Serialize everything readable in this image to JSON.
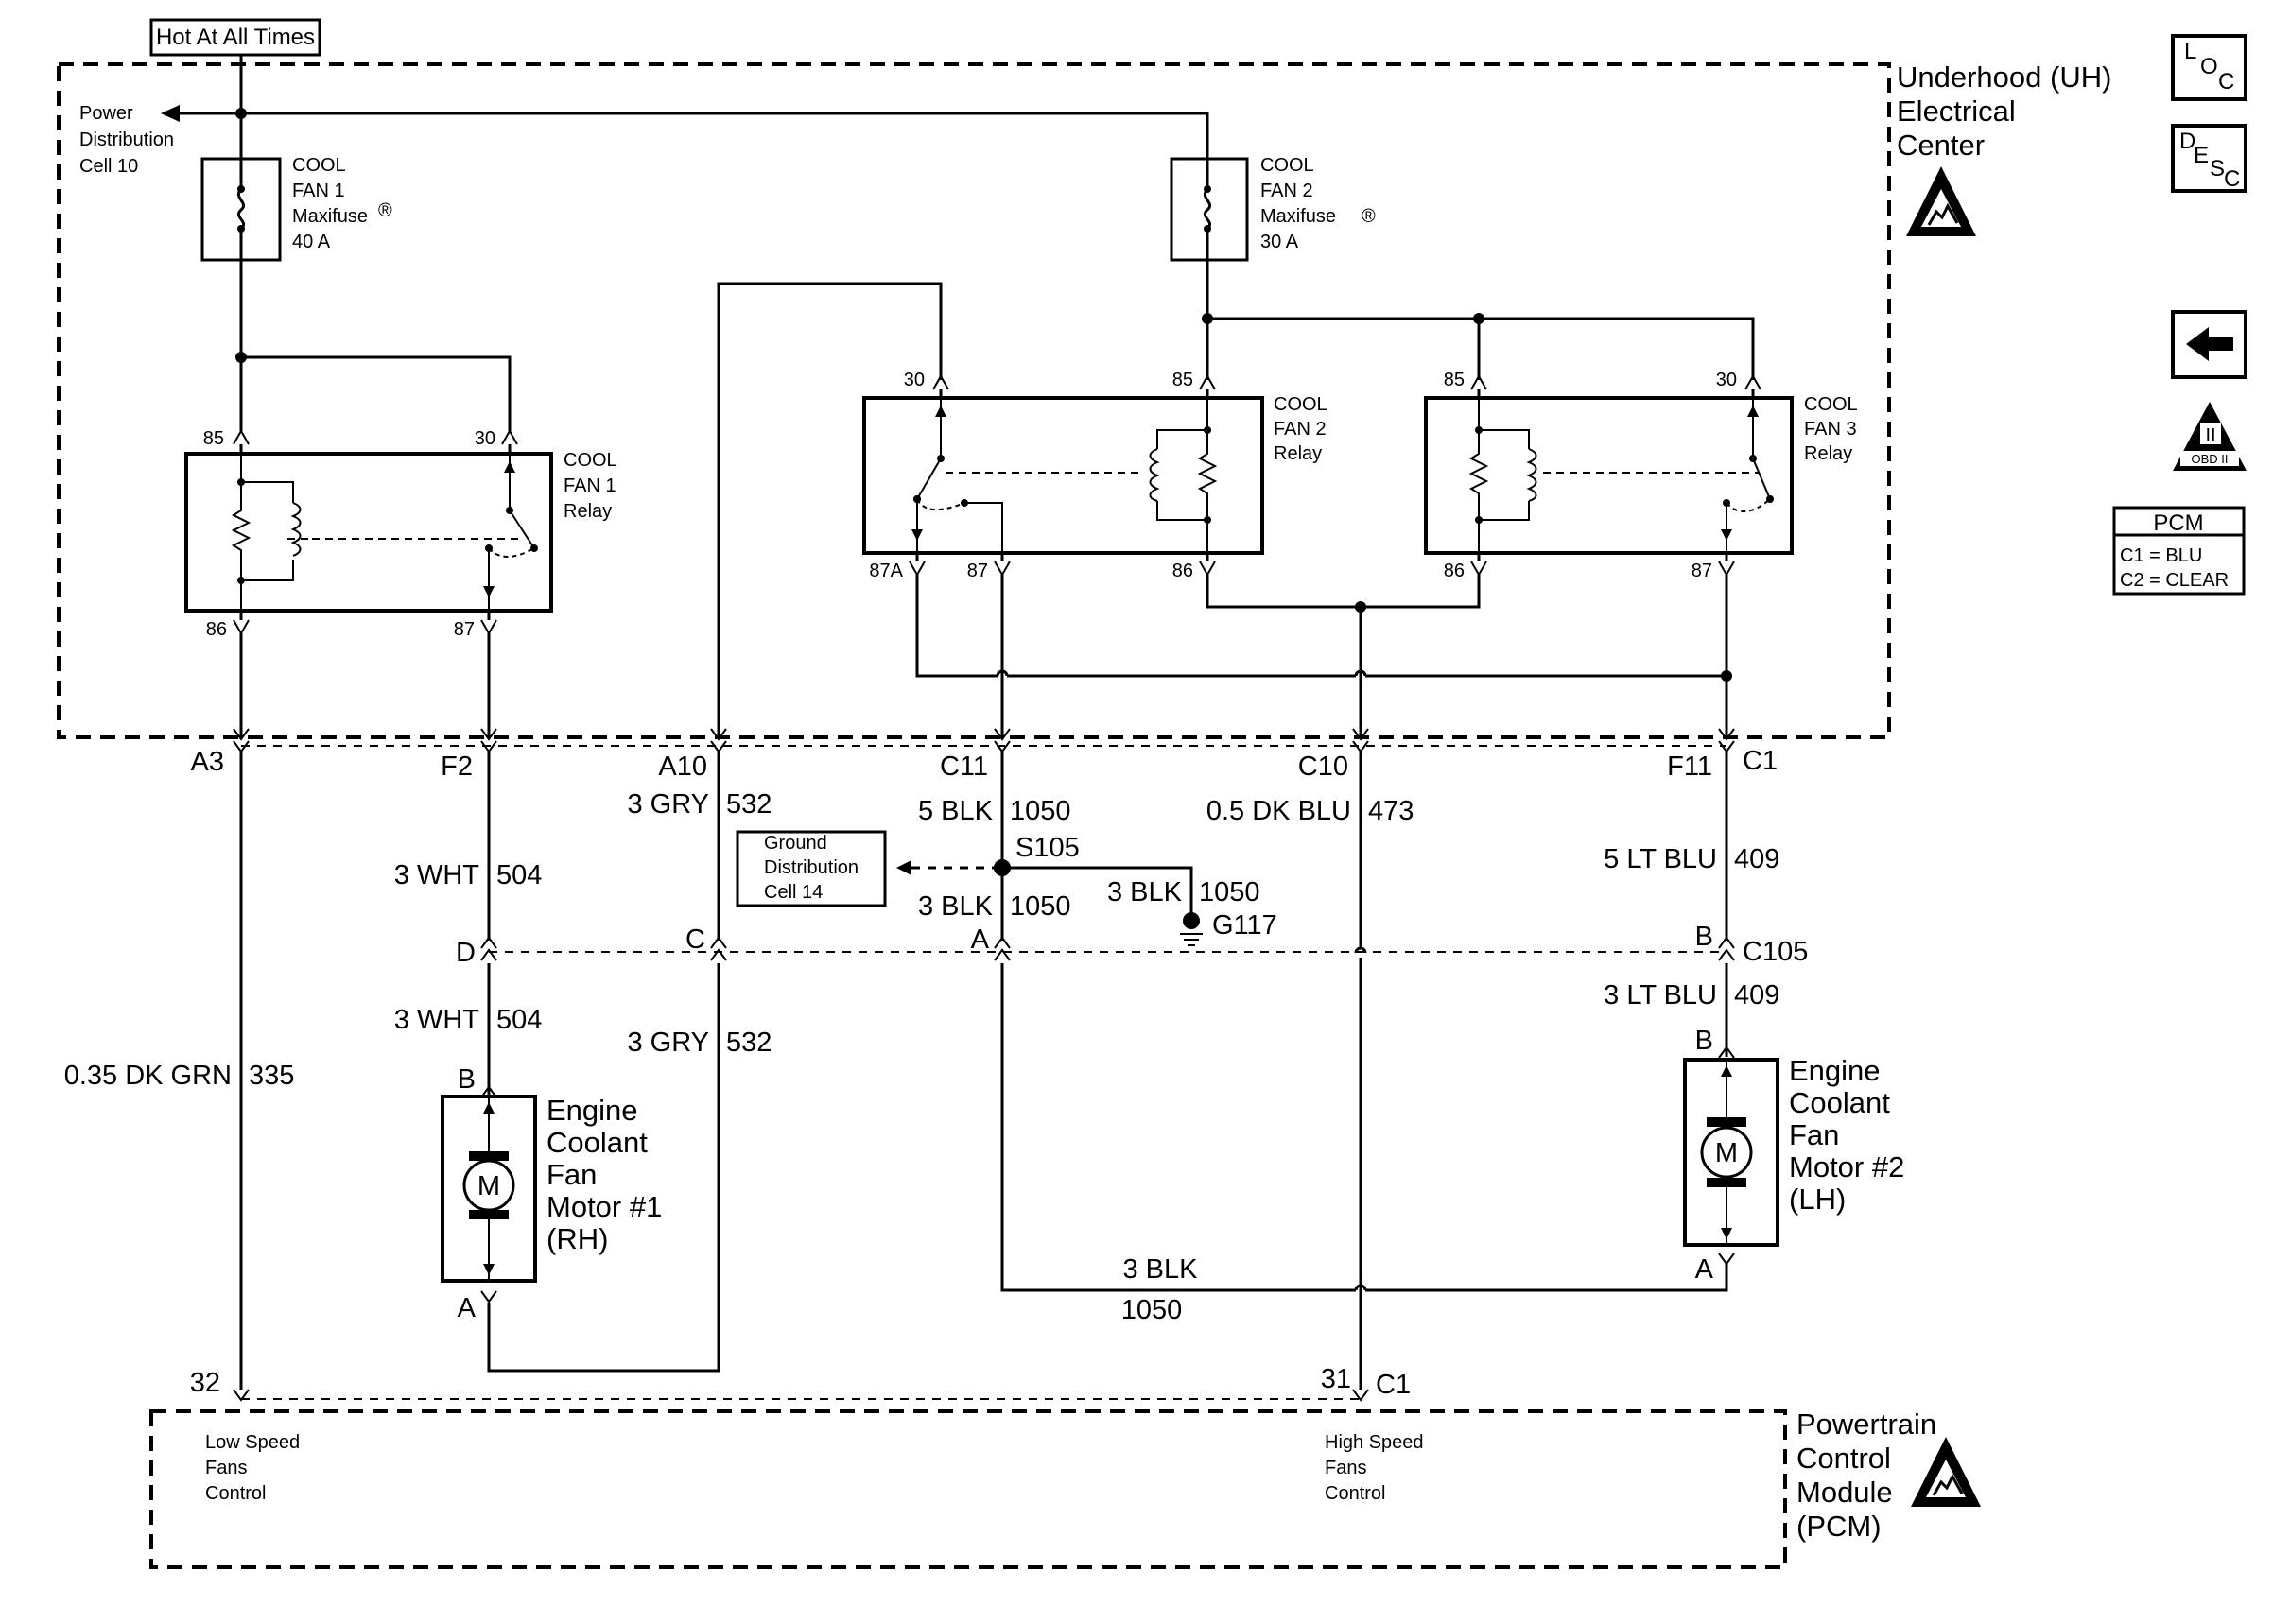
{
  "power": {
    "source": "Hot At All Times",
    "distribution": [
      "Power",
      "Distribution",
      "Cell 10"
    ]
  },
  "uh_center": {
    "label": [
      "Underhood (UH)",
      "Electrical",
      "Center"
    ]
  },
  "fuses": {
    "fuse1": [
      "COOL",
      "FAN 1",
      "Maxifuse",
      "40 A"
    ],
    "fuse2": [
      "COOL",
      "FAN 2",
      "Maxifuse",
      "30 A"
    ],
    "registered": "®"
  },
  "relays": {
    "fan1": {
      "label": [
        "COOL",
        "FAN 1",
        "Relay"
      ],
      "pins": {
        "p85": "85",
        "p30": "30",
        "p86": "86",
        "p87": "87"
      }
    },
    "fan2": {
      "label": [
        "COOL",
        "FAN 2",
        "Relay"
      ],
      "pins": {
        "p30": "30",
        "p85": "85",
        "p87a": "87A",
        "p87": "87",
        "p86": "86"
      }
    },
    "fan3": {
      "label": [
        "COOL",
        "FAN 3",
        "Relay"
      ],
      "pins": {
        "p85": "85",
        "p30": "30",
        "p86": "86",
        "p87": "87"
      }
    }
  },
  "uh_connector": {
    "a3": "A3",
    "f2": "F2",
    "a10": "A10",
    "c11": "C11",
    "c10": "C10",
    "f11": "F11",
    "c1": "C1"
  },
  "wires": {
    "w3gry_a": "3 GRY",
    "w532_a": "532",
    "w5blk": "5 BLK",
    "w1050_a": "1050",
    "w05dkblu": "0.5 DK BLU",
    "w473": "473",
    "w5ltblu": "5 LT BLU",
    "w409_a": "409",
    "w3wht_a": "3 WHT",
    "w504_a": "504",
    "w3blk_b": "3 BLK",
    "w1050_b": "1050",
    "w3blk_c": "3 BLK",
    "w1050_c": "1050",
    "w3wht_b": "3 WHT",
    "w504_b": "504",
    "w3ltblu": "3 LT BLU",
    "w409_b": "409",
    "w035dkgrn": "0.35 DK GRN",
    "w335": "335",
    "w3gry_b": "3 GRY",
    "w532_b": "532",
    "w3blk_d": "3 BLK",
    "w1050_d": "1050"
  },
  "ground": {
    "distribution": [
      "Ground",
      "Distribution",
      "Cell 14"
    ],
    "splice": "S105",
    "ground_point": "G117"
  },
  "c105": {
    "d": "D",
    "c": "C",
    "a": "A",
    "b": "B",
    "name": "C105"
  },
  "motors": {
    "motor1": {
      "label": [
        "Engine",
        "Coolant",
        "Fan",
        "Motor #1",
        "(RH)"
      ],
      "pin_b": "B",
      "pin_a": "A",
      "symbol": "M"
    },
    "motor2": {
      "label": [
        "Engine",
        "Coolant",
        "Fan",
        "Motor #2",
        "(LH)"
      ],
      "pin_b": "B",
      "pin_a": "A",
      "symbol": "M"
    }
  },
  "pcm": {
    "pin32": "32",
    "pin31": "31",
    "c1": "C1",
    "low_speed": [
      "Low Speed",
      "Fans",
      "Control"
    ],
    "high_speed": [
      "High Speed",
      "Fans",
      "Control"
    ],
    "label": [
      "Powertrain",
      "Control",
      "Module",
      "(PCM)"
    ]
  },
  "sidebar": {
    "loc": {
      "l": "L",
      "o": "O",
      "c": "C"
    },
    "desc": {
      "d": "D",
      "e": "E",
      "s": "S",
      "c": "C"
    },
    "obd": {
      "numeral": "II",
      "label": "OBD II"
    },
    "pcm_legend": {
      "title": "PCM",
      "c1": "C1 = BLU",
      "c2": "C2 = CLEAR"
    }
  }
}
